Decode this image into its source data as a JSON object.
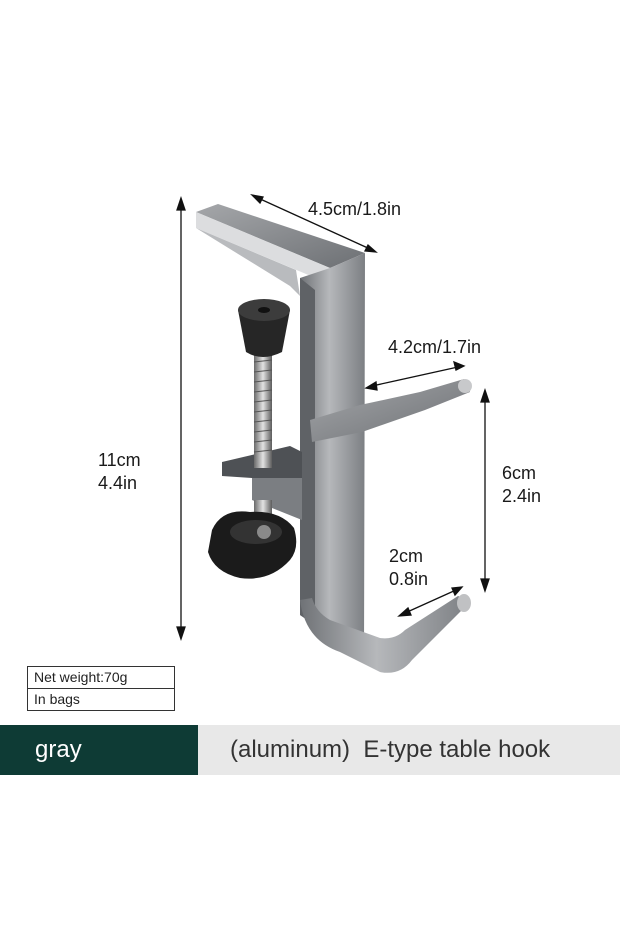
{
  "dimensions": {
    "top_width": "4.5cm/1.8in",
    "hook_width": "4.2cm/1.7in",
    "height_cm": "11cm",
    "height_in": "4.4in",
    "hook_height_cm": "6cm",
    "hook_height_in": "2.4in",
    "lower_hook_cm": "2cm",
    "lower_hook_in": "0.8in"
  },
  "specs": {
    "weight": "Net weight:70g",
    "packaging": "In bags"
  },
  "banner": {
    "color_label": "gray",
    "product_name": "(aluminum)  E-type table hook"
  },
  "colors": {
    "banner_dark": "#0e3b35",
    "banner_light": "#e8e8e8",
    "metal": "#8a8c90"
  }
}
